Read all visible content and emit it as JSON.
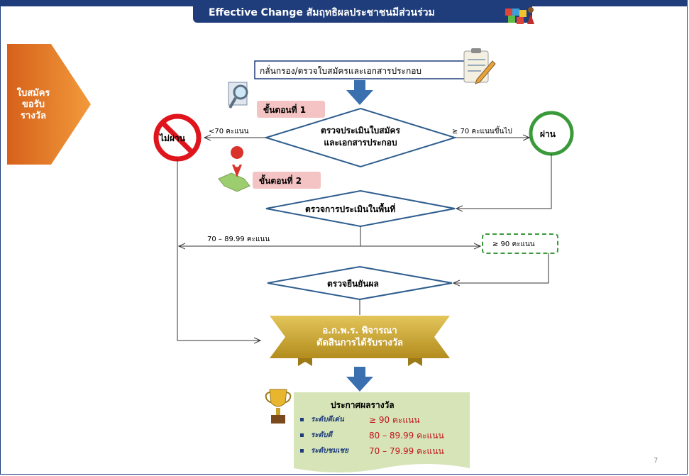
{
  "slide": {
    "title": "Effective Change  สัมฤทธิผลประชาชนมีส่วนร่วม",
    "page_number": "7"
  },
  "side_tab": {
    "label_lines": [
      "ใบสมัคร",
      "ขอรับ",
      "รางวัล"
    ]
  },
  "flow": {
    "start_box": "กลั่นกรอง/ตรวจใบสมัครและเอกสารประกอบ",
    "step1_label": "ขั้นตอนที่ 1",
    "step1_decision_lines": [
      "ตรวจประเมินใบสมัคร",
      "และเอกสารประกอบ"
    ],
    "fail_condition": "<70 คะแนน",
    "fail_label": "ไม่ผ่าน",
    "pass_condition": "≥ 70 คะแนนขึ้นไป",
    "pass_label": "ผ่าน",
    "step2_label": "ขั้นตอนที่ 2",
    "step2_decision": "ตรวจการประเมินในพื้นที่",
    "mid_range": "70 – 89.99 คะแนน",
    "high_range": "≥ 90 คะแนน",
    "confirm_decision": "ตรวจยืนยันผล",
    "committee_lines": [
      "อ.ก.พ.ร. พิจารณา",
      "ตัดสินการได้รับรางวัล"
    ]
  },
  "results": {
    "heading": "ประกาศผลรางวัล",
    "levels": [
      {
        "level": "ระดับดีเด่น",
        "score": "≥ 90 คะแนน"
      },
      {
        "level": "ระดับดี",
        "score": "80 – 89.99 คะแนน"
      },
      {
        "level": "ระดับชมเชย",
        "score": "70 – 79.99 คะแนน"
      }
    ]
  },
  "colors": {
    "navy": "#1f3d7a",
    "diamond_stroke": "#2e5d8e",
    "arrow_blue": "#3a6fb0",
    "pass_green": "#3a9a3a",
    "fail_red": "#e0141c",
    "step_pink": "#f4c3c3",
    "gold": "#c9a227",
    "results_green": "#d7e4b8",
    "score_red": "#c0141a",
    "tab_orange": "#e8741c"
  },
  "icons": [
    "magnifier-icon",
    "map-pin-icon",
    "clipboard-icon",
    "puzzle-people-icon",
    "trophy-icon"
  ]
}
